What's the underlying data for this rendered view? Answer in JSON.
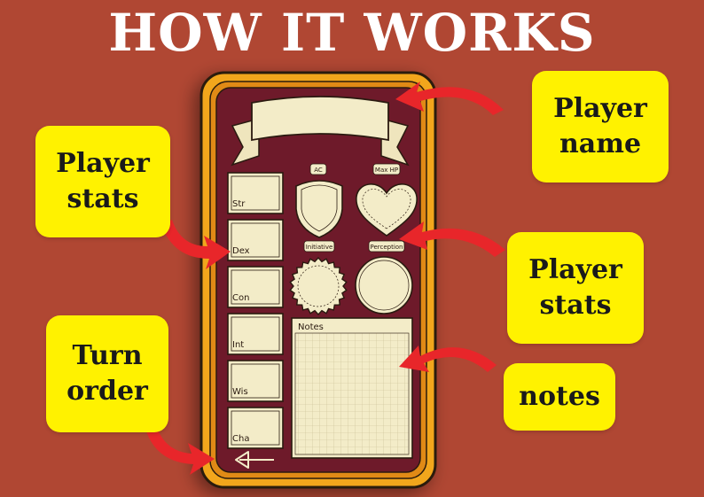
{
  "title": "HOW IT WORKS",
  "callouts": {
    "player_name": "Player name",
    "player_stats_left": "Player stats",
    "player_stats_right": "Player stats",
    "turn_order": "Turn order",
    "notes": "notes"
  },
  "sheet": {
    "stats": [
      "Str",
      "Dex",
      "Con",
      "Int",
      "Wis",
      "Cha"
    ],
    "ac_label": "AC",
    "max_hp_label": "Max HP",
    "initiative_label": "Initiative",
    "perception_label": "Perception",
    "notes_label": "Notes"
  },
  "colors": {
    "background": "#b04733",
    "callout": "#fff200",
    "arrow": "#e8262a",
    "frame": "#f2a61c",
    "sheet": "#6e1a2a",
    "parchment": "#f3ecc8"
  }
}
